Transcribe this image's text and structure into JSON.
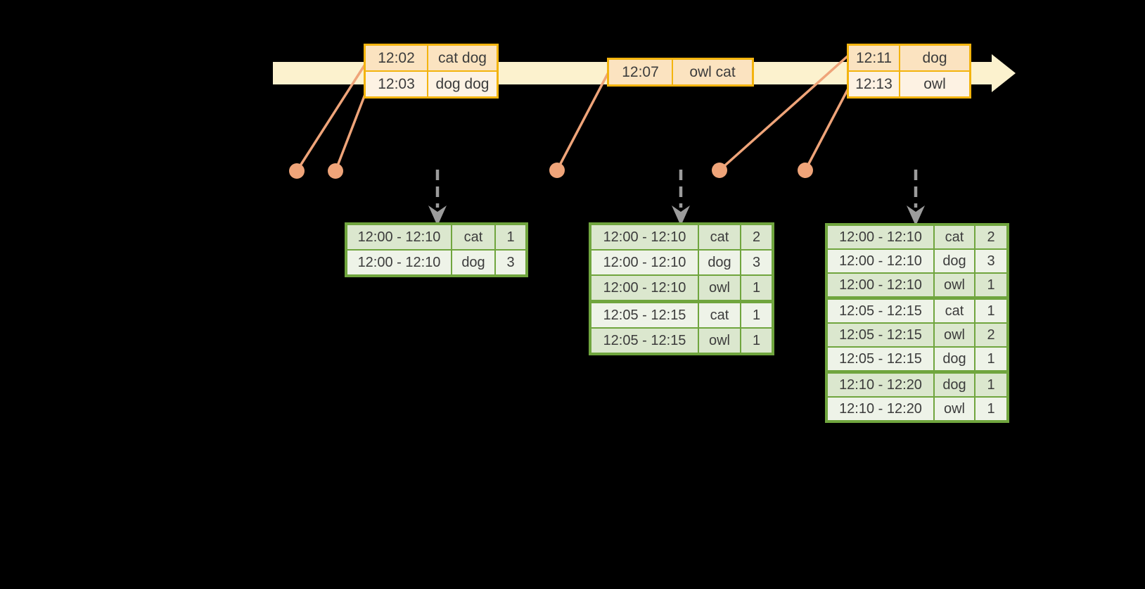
{
  "diagram": {
    "kind": "streaming-windowed-word-count",
    "timeline": {
      "shape": "right-arrow-band",
      "color": "#fcf2ce"
    },
    "event_dots_count": 5,
    "trigger_arrows_count": 3
  },
  "colors": {
    "bg": "#000000",
    "band": "#fcf2ce",
    "gold": "#f3b40e",
    "peach-dark": "#fbe3c0",
    "peach-light": "#fdf2e3",
    "salmon": "#efa479",
    "gray": "#9c9c9c",
    "green": "#70a53e",
    "green-dark": "#dbe7ce",
    "green-light": "#eef3e8",
    "ink": "#3c3c3c"
  },
  "event_tables": [
    {
      "rows": [
        {
          "time": "12:02",
          "words": "cat dog"
        },
        {
          "time": "12:03",
          "words": "dog dog"
        }
      ]
    },
    {
      "rows": [
        {
          "time": "12:07",
          "words": "owl cat"
        }
      ]
    },
    {
      "rows": [
        {
          "time": "12:11",
          "words": "dog"
        },
        {
          "time": "12:13",
          "words": "owl"
        }
      ]
    }
  ],
  "result_tables": [
    {
      "rows": [
        {
          "window": "12:00 - 12:10",
          "word": "cat",
          "count": "1"
        },
        {
          "window": "12:00 - 12:10",
          "word": "dog",
          "count": "3"
        }
      ]
    },
    {
      "rows": [
        {
          "window": "12:00 - 12:10",
          "word": "cat",
          "count": "2"
        },
        {
          "window": "12:00 - 12:10",
          "word": "dog",
          "count": "3"
        },
        {
          "window": "12:00 - 12:10",
          "word": "owl",
          "count": "1"
        },
        {
          "window": "12:05 - 12:15",
          "word": "cat",
          "count": "1"
        },
        {
          "window": "12:05 - 12:15",
          "word": "owl",
          "count": "1"
        }
      ]
    },
    {
      "rows": [
        {
          "window": "12:00 - 12:10",
          "word": "cat",
          "count": "2"
        },
        {
          "window": "12:00 - 12:10",
          "word": "dog",
          "count": "3"
        },
        {
          "window": "12:00 - 12:10",
          "word": "owl",
          "count": "1"
        },
        {
          "window": "12:05 - 12:15",
          "word": "cat",
          "count": "1"
        },
        {
          "window": "12:05 - 12:15",
          "word": "owl",
          "count": "2"
        },
        {
          "window": "12:05 - 12:15",
          "word": "dog",
          "count": "1"
        },
        {
          "window": "12:10 - 12:20",
          "word": "dog",
          "count": "1"
        },
        {
          "window": "12:10 - 12:20",
          "word": "owl",
          "count": "1"
        }
      ]
    }
  ]
}
